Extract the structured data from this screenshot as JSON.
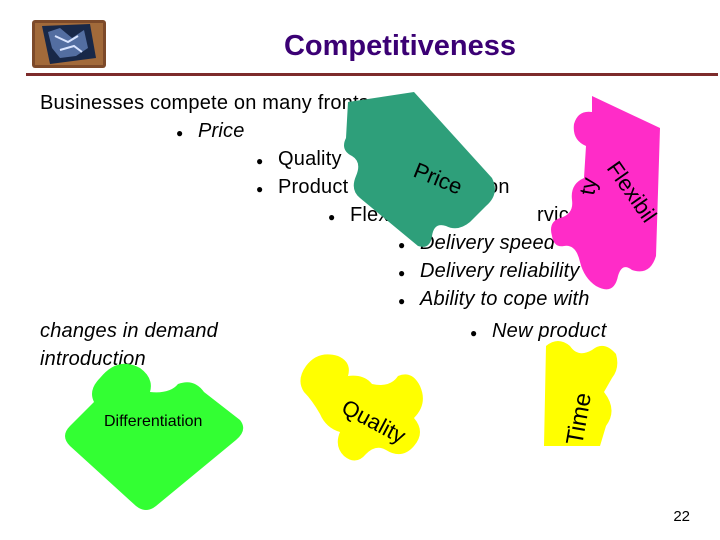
{
  "title": "Competitiveness",
  "intro": "Businesses compete on many fronts",
  "bullets": {
    "price": "Price",
    "quality": "Quality",
    "product": "Product",
    "product_rest": "on",
    "flex": "Flex",
    "flex_rest": "rvice",
    "speed": "Delivery speed",
    "reliability": "Delivery reliability",
    "ability": "Ability to cope with",
    "new_product": "New product"
  },
  "changes": "changes in demand",
  "introduction": "introduction",
  "pieces": {
    "price": "Price",
    "flexibility_a": "Flexibil",
    "flexibility_b": "ty",
    "quality": "Quality",
    "time": "Time",
    "differentiation": "Differentiation"
  },
  "colors": {
    "title": "#3b0074",
    "price_piece": "#2e9f7a",
    "flex_piece": "#ff2cc8",
    "quality_piece": "#ffff00",
    "time_piece": "#ffff00",
    "diff_piece": "#33ff33",
    "rule": "#7d2b2b"
  },
  "page_number": "22"
}
